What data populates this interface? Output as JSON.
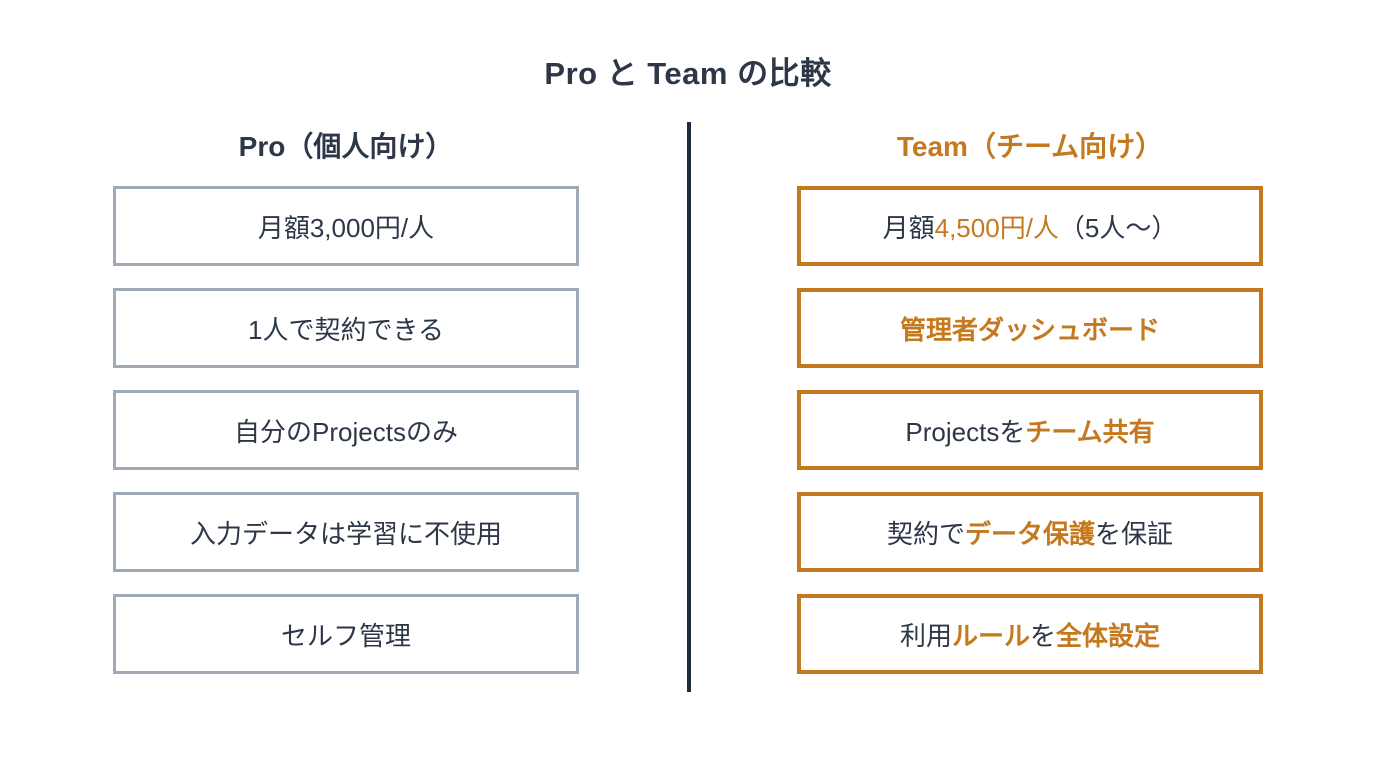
{
  "title": "Pro と Team の比較",
  "colors": {
    "dark_text": "#2d3748",
    "orange": "#c4791f",
    "gray_border": "#a0aab6",
    "divider": "#1f2c3d",
    "background": "#ffffff"
  },
  "pro_column": {
    "header": "Pro（個人向け）",
    "items": [
      {
        "segments": [
          {
            "text": "月額3,000円/人",
            "style": "normal"
          }
        ]
      },
      {
        "segments": [
          {
            "text": "1人で契約できる",
            "style": "normal"
          }
        ]
      },
      {
        "segments": [
          {
            "text": "自分のProjectsのみ",
            "style": "normal"
          }
        ]
      },
      {
        "segments": [
          {
            "text": "入力データは学習に不使用",
            "style": "normal"
          }
        ]
      },
      {
        "segments": [
          {
            "text": "セルフ管理",
            "style": "normal"
          }
        ]
      }
    ]
  },
  "team_column": {
    "header": "Team（チーム向け）",
    "items": [
      {
        "segments": [
          {
            "text": "月額",
            "style": "normal"
          },
          {
            "text": "4,500円/人",
            "style": "orange"
          },
          {
            "text": "（5人〜）",
            "style": "normal"
          }
        ]
      },
      {
        "segments": [
          {
            "text": "管理者ダッシュボード",
            "style": "orange-bold"
          }
        ]
      },
      {
        "segments": [
          {
            "text": "Projectsを",
            "style": "normal"
          },
          {
            "text": "チーム共有",
            "style": "orange-bold"
          }
        ]
      },
      {
        "segments": [
          {
            "text": "契約で",
            "style": "normal"
          },
          {
            "text": "データ保護",
            "style": "orange-bold"
          },
          {
            "text": "を保証",
            "style": "normal"
          }
        ]
      },
      {
        "segments": [
          {
            "text": "利用",
            "style": "normal"
          },
          {
            "text": "ルール",
            "style": "orange-bold"
          },
          {
            "text": "を",
            "style": "normal"
          },
          {
            "text": "全体設定",
            "style": "orange-bold"
          }
        ]
      }
    ]
  }
}
